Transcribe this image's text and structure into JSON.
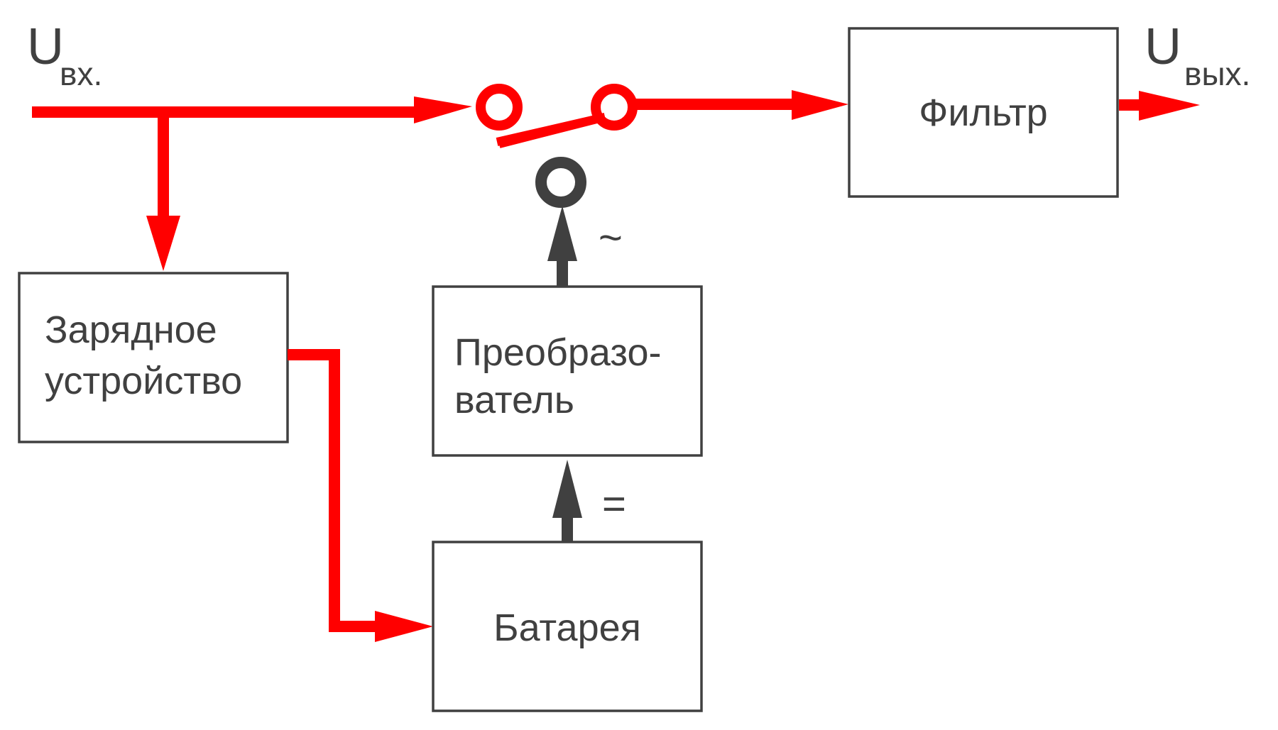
{
  "labels": {
    "input_symbol": "U",
    "input_subscript": "вх.",
    "output_symbol": "U",
    "output_subscript": "вых.",
    "filter": "Фильтр",
    "charger_line1": "Зарядное",
    "charger_line2": "устройство",
    "converter_line1": "Преобразо-",
    "converter_line2": "ватель",
    "battery": "Батарея",
    "ac_symbol": "~",
    "dc_symbol": "="
  },
  "colors": {
    "power_path": "#ff0000",
    "backup_path": "#404040",
    "box_border": "#404040",
    "text": "#404040"
  }
}
